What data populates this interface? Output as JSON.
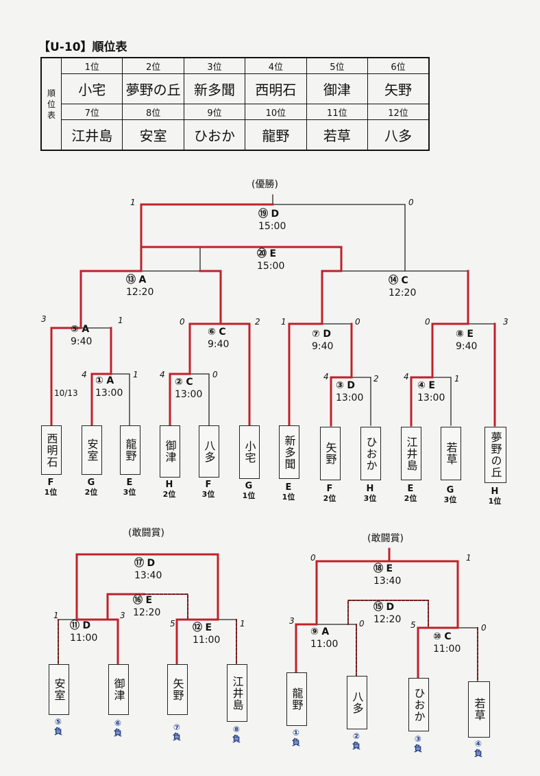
{
  "header": {
    "title": "【U-10】順位表"
  },
  "ranking": {
    "side_label": [
      "順",
      "位",
      "表"
    ],
    "rows": [
      {
        "places": [
          "1位",
          "2位",
          "3位",
          "4位",
          "5位",
          "6位"
        ],
        "teams": [
          "小宅",
          "夢野の丘",
          "新多聞",
          "西明石",
          "御津",
          "矢野"
        ]
      },
      {
        "places": [
          "7位",
          "8位",
          "9位",
          "10位",
          "11位",
          "12位"
        ],
        "teams": [
          "江井島",
          "安室",
          "ひおか",
          "龍野",
          "若草",
          "八多"
        ]
      }
    ]
  },
  "main_bracket": {
    "title": "(優勝)",
    "matches": [
      {
        "num": "⑲",
        "court": "D",
        "time": "15:00"
      },
      {
        "num": "⑳",
        "court": "E",
        "time": "15:00"
      },
      {
        "num": "⑬",
        "court": "A",
        "time": "12:20"
      },
      {
        "num": "⑭",
        "court": "C",
        "time": "12:20"
      },
      {
        "num": "⑤",
        "court": "A",
        "time": "9:40"
      },
      {
        "num": "⑥",
        "court": "C",
        "time": "9:40"
      },
      {
        "num": "⑦",
        "court": "D",
        "time": "9:40"
      },
      {
        "num": "⑧",
        "court": "E",
        "time": "9:40"
      },
      {
        "num": "①",
        "court": "A",
        "time": "13:00"
      },
      {
        "num": "②",
        "court": "C",
        "time": "13:00"
      },
      {
        "num": "③",
        "court": "D",
        "time": "13:00"
      },
      {
        "num": "④",
        "court": "E",
        "time": "13:00"
      }
    ],
    "note": "10/13",
    "teams": [
      {
        "name": "西明石",
        "group": "F",
        "rank": "1位"
      },
      {
        "name": "安室",
        "group": "G",
        "rank": "2位"
      },
      {
        "name": "龍野",
        "group": "E",
        "rank": "3位"
      },
      {
        "name": "御津",
        "group": "H",
        "rank": "2位"
      },
      {
        "name": "八多",
        "group": "F",
        "rank": "3位"
      },
      {
        "name": "小宅",
        "group": "G",
        "rank": "1位"
      },
      {
        "name": "新多聞",
        "group": "E",
        "rank": "1位"
      },
      {
        "name": "矢野",
        "group": "F",
        "rank": "2位"
      },
      {
        "name": "ひおか",
        "group": "H",
        "rank": "3位"
      },
      {
        "name": "江井島",
        "group": "E",
        "rank": "2位"
      },
      {
        "name": "若草",
        "group": "G",
        "rank": "3位"
      },
      {
        "name": "夢野の丘",
        "group": "H",
        "rank": "1位"
      }
    ],
    "scores": [
      "1",
      "0",
      "3",
      "1",
      "0",
      "2",
      "1",
      "0",
      "0",
      "3",
      "4",
      "1",
      "4",
      "0",
      "4",
      "2",
      "4",
      "1"
    ]
  },
  "left_bracket": {
    "title": "(敢闘賞)",
    "matches": [
      {
        "num": "⑰",
        "court": "D",
        "time": "13:40"
      },
      {
        "num": "⑯",
        "court": "E",
        "time": "12:20"
      },
      {
        "num": "⑪",
        "court": "D",
        "time": "11:00"
      },
      {
        "num": "⑫",
        "court": "E",
        "time": "11:00"
      }
    ],
    "teams": [
      {
        "name": "安室",
        "seed": "⑤",
        "result": "負"
      },
      {
        "name": "御津",
        "seed": "⑥",
        "result": "負"
      },
      {
        "name": "矢野",
        "seed": "⑦",
        "result": "負"
      },
      {
        "name": "江井島",
        "seed": "⑧",
        "result": "負"
      }
    ],
    "scores": [
      "1",
      "3",
      "5",
      "1"
    ]
  },
  "right_bracket": {
    "title": "(敢闘賞)",
    "matches": [
      {
        "num": "⑱",
        "court": "E",
        "time": "13:40"
      },
      {
        "num": "⑮",
        "court": "D",
        "time": "12:20"
      },
      {
        "num": "⑨",
        "court": "A",
        "time": "11:00"
      },
      {
        "num": "⑩",
        "court": "C",
        "time": "11:00"
      }
    ],
    "teams": [
      {
        "name": "龍野",
        "seed": "①",
        "result": "負"
      },
      {
        "name": "八多",
        "seed": "②",
        "result": "負"
      },
      {
        "name": "ひおか",
        "seed": "③",
        "result": "負"
      },
      {
        "name": "若草",
        "seed": "④",
        "result": "負"
      }
    ],
    "scores": [
      "0",
      "1",
      "3",
      "0",
      "5",
      "0"
    ]
  },
  "colors": {
    "winner_line": "#c0202a",
    "bracket_line": "#222222",
    "loser_text": "#23408c"
  }
}
